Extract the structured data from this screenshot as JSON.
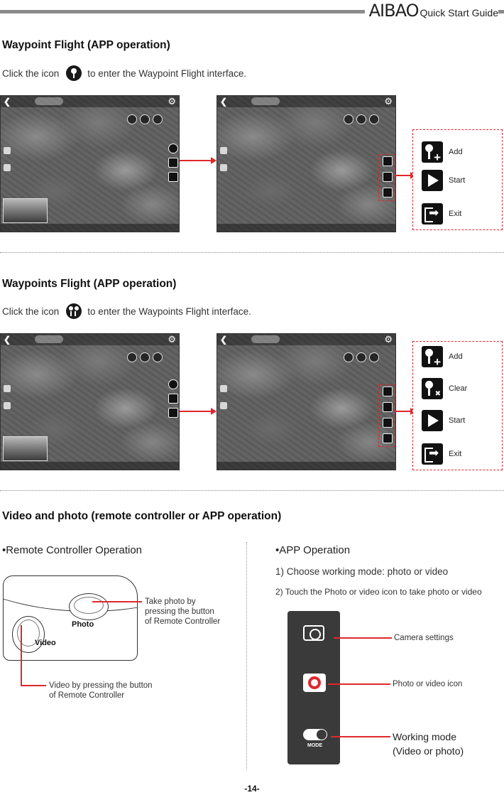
{
  "header": {
    "brand": "AIBAO",
    "guide": "Quick Start Guide"
  },
  "section1": {
    "title": "Waypoint Flight (APP operation)",
    "instr_before": "Click the icon",
    "instr_after": "to enter the Waypoint Flight interface.",
    "legend": [
      "Add",
      "Start",
      "Exit"
    ]
  },
  "section2": {
    "title": "Waypoints Flight  (APP operation)",
    "instr_before": "Click the icon",
    "instr_after": "to enter the Waypoints Flight interface.",
    "legend": [
      "Add",
      "Clear",
      "Start",
      "Exit"
    ]
  },
  "section3": {
    "title": "Video and photo (remote controller or APP operation)",
    "left_heading": "Remote Controller Operation",
    "rc_photo_label": "Photo",
    "rc_video_label": "Video",
    "callout_photo": [
      "Take photo by",
      "pressing the button",
      "of Remote Controller"
    ],
    "callout_video": [
      "Video by pressing the button",
      "of Remote Controller"
    ],
    "right_heading": "APP Operation",
    "step1": "1) Choose working mode: photo or video",
    "step2": "2) Touch the Photo or video icon to take photo or video",
    "callout_camera_settings": "Camera settings",
    "callout_photo_video_icon": "Photo or video icon",
    "callout_mode_1": "Working mode",
    "callout_mode_2": "(Video or photo)",
    "mode_text": "MODE"
  },
  "footer": {
    "page": "-14-"
  },
  "colors": {
    "accent_red": "#e0282b",
    "panel": "#3a3a3a"
  }
}
